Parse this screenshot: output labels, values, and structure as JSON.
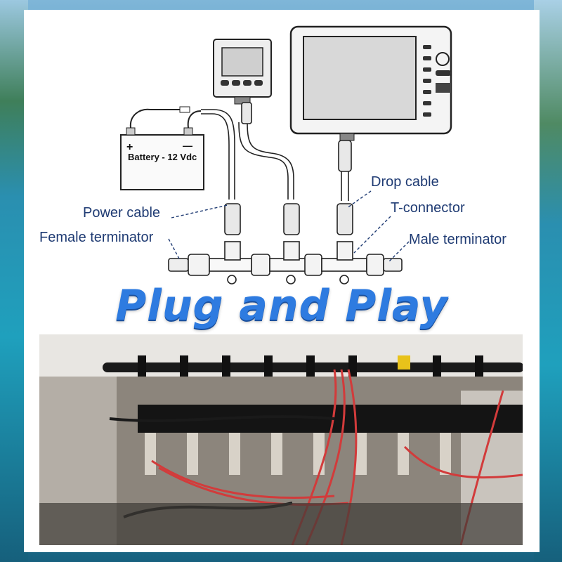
{
  "diagram": {
    "battery_label": "Battery - 12 Vdc",
    "battery_plus": "+",
    "battery_minus": "—",
    "labels": {
      "power_cable": "Power cable",
      "female_terminator": "Female terminator",
      "drop_cable": "Drop cable",
      "t_connector": "T-connector",
      "male_terminator": "Male terminator"
    }
  },
  "headline": "Plug and Play",
  "colors": {
    "label_text": "#1f3b73",
    "headline": "#2e7be0",
    "wire_red": "#d23b3b",
    "harness": "#1a1a1a"
  }
}
